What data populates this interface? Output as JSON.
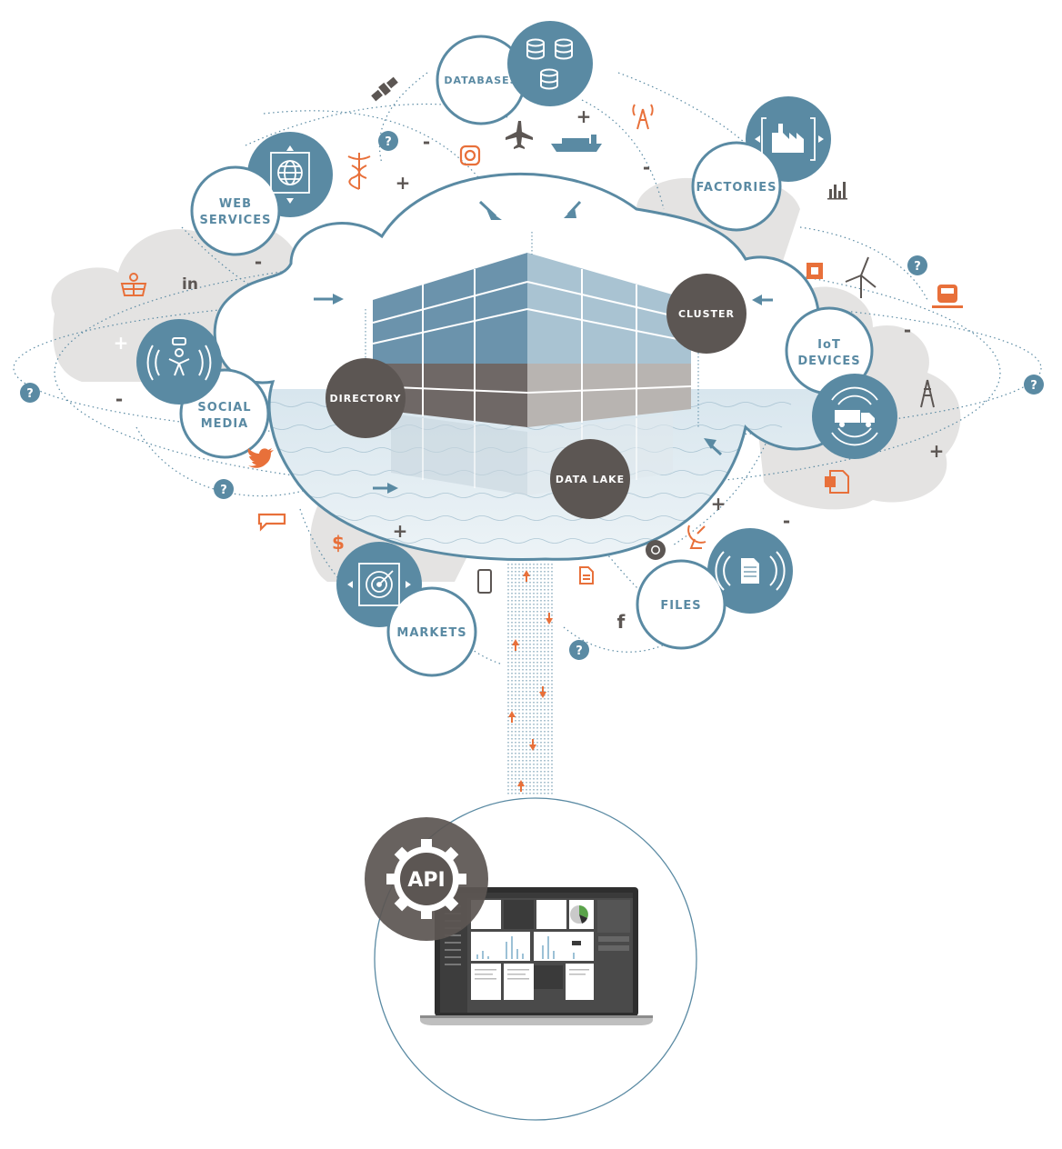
{
  "center_nodes": {
    "directory": "DIRECTORY",
    "cluster": "CLUSTER",
    "data_lake": "DATA LAKE"
  },
  "sources": {
    "databases": "DATABASES",
    "web_services_1": "WEB",
    "web_services_2": "SERVICES",
    "factories": "FACTORIES",
    "iot_1": "IoT",
    "iot_2": "DEVICES",
    "social_1": "SOCIAL",
    "social_2": "MEDIA",
    "markets": "MARKETS",
    "files": "FILES"
  },
  "api_label": "API",
  "symbols": {
    "question": "?",
    "plus": "+",
    "minus": "-",
    "linkedin": "in",
    "facebook": "f",
    "dollar": "$"
  },
  "colors": {
    "blue": "#5a8aa3",
    "dark": "#5c5653",
    "orange": "#e8703a",
    "cloud_gray": "#e4e3e2"
  }
}
